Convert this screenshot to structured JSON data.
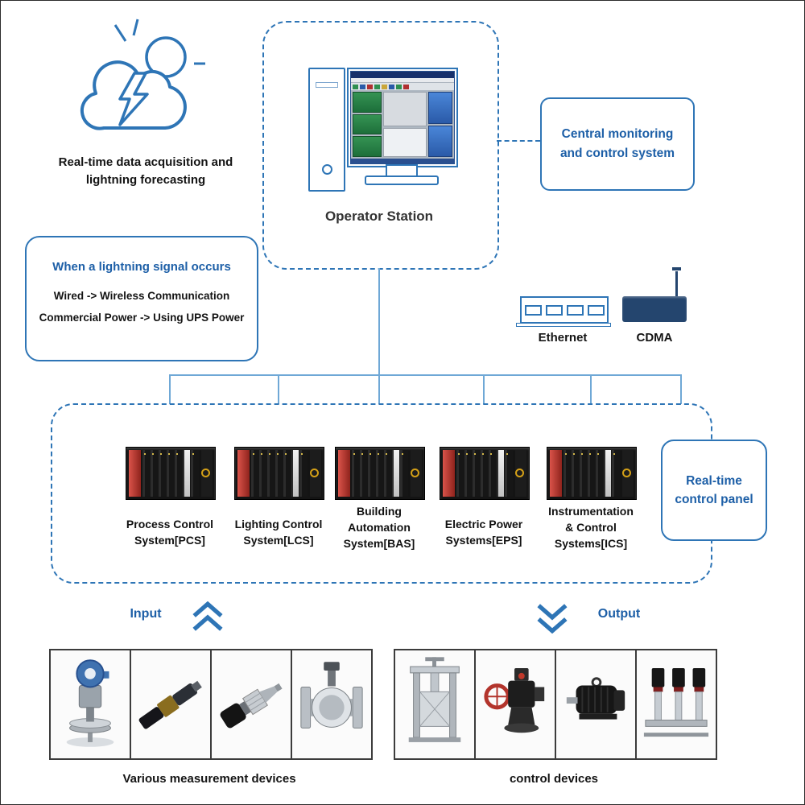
{
  "colors": {
    "accent": "#2e75b6",
    "text_blue": "#1d5fa7",
    "connector_line": "#6fa8d6",
    "cdma_navy": "#24456e",
    "plc_red": "#c0392b"
  },
  "cloud": {
    "caption_line1": "Real-time data acquisition and",
    "caption_line2": "lightning forecasting"
  },
  "operator_station": {
    "label": "Operator Station"
  },
  "central_system": {
    "line1": "Central monitoring",
    "line2": "and control system"
  },
  "lightning_notice": {
    "title": "When a lightning signal occurs",
    "rule1": "Wired -> Wireless Communication",
    "rule2": "Commercial Power -> Using UPS Power"
  },
  "network": {
    "ethernet_label": "Ethernet",
    "cdma_label": "CDMA"
  },
  "control_panel_group": {
    "badge_line1": "Real-time",
    "badge_line2": "control panel",
    "panels": [
      {
        "lines": [
          "Process Control",
          "System[PCS]"
        ]
      },
      {
        "lines": [
          "Lighting Control",
          "System[LCS]"
        ]
      },
      {
        "lines": [
          "Building",
          "Automation",
          "System[BAS]"
        ]
      },
      {
        "lines": [
          "Electric Power",
          "Systems[EPS]"
        ]
      },
      {
        "lines": [
          "Instrumentation",
          "& Control",
          "Systems[ICS]"
        ]
      }
    ]
  },
  "io": {
    "input_label": "Input",
    "output_label": "Output"
  },
  "device_strips": {
    "measurement_caption": "Various measurement devices",
    "control_caption": "control devices"
  }
}
